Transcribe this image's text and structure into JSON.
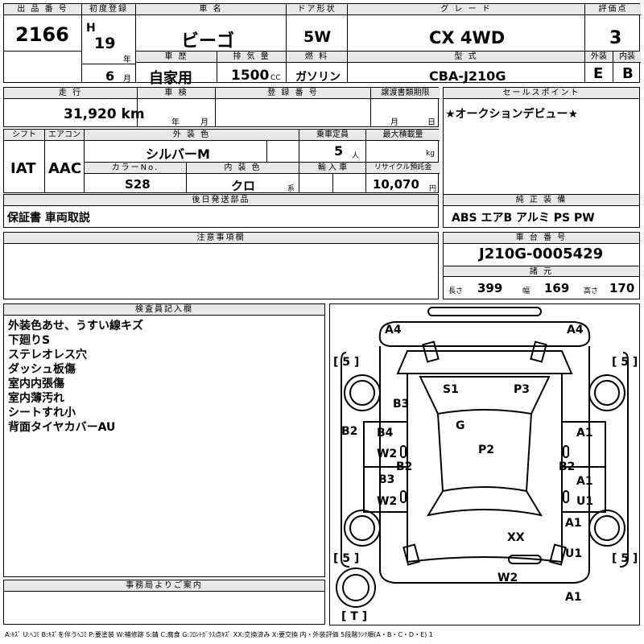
{
  "header_row": {
    "lot_label": "出 品 番 号",
    "lot_number": "2166",
    "reg_label": "初度登録",
    "era": "H",
    "year": "19",
    "year_unit": "年",
    "month": "6",
    "month_unit": "月",
    "name_label": "車 名",
    "car_name": "ビーゴ",
    "doors_label": "ドア形状",
    "doors": "5W",
    "grade_label": "グ レ ー ド",
    "grade": "CX 4WD",
    "score_label": "評価点",
    "score": "3",
    "history_label": "車 歴",
    "history": "自家用",
    "displacement_label": "排 気 量",
    "displacement": "1500",
    "displacement_unit": "CC",
    "fuel_label": "燃 料",
    "fuel": "ガソリン",
    "model_label": "型 式",
    "model": "CBA-J210G",
    "ext_label": "外装",
    "ext": "E",
    "int_label": "内装",
    "int": "B"
  },
  "row2": {
    "mileage_label": "走 行",
    "mileage": "31,920 km",
    "inspection_label": "車 検",
    "inspection_year": "年",
    "inspection_month": "月",
    "regno_label": "登 録 番 号",
    "transfer_label": "譲渡書類期限",
    "transfer_month": "月",
    "transfer_day": "日",
    "selling_label": "セールスポイント",
    "selling_point": "★オークションデビュー★"
  },
  "row3": {
    "shift_label": "シフト",
    "shift": "IAT",
    "ac_label": "エアコン",
    "ac": "AAC",
    "color_label": "外 装 色",
    "color": "シルバーM",
    "seats_label": "乗車定員",
    "seats": "5",
    "seats_unit": "人",
    "load_label": "最大積載量",
    "load_unit": "kg",
    "colorno_label": "カラーNo.",
    "colorno": "S28",
    "interior_label": "内 装 色",
    "interior": "クロ",
    "interior_unit": "系",
    "import_label": "輸 入 車",
    "recycle_label": "リサイクル預託金",
    "recycle": "10,070",
    "recycle_unit": "円"
  },
  "later_items": {
    "label": "後日発送部品",
    "value": "保証書 車両取説"
  },
  "genuine": {
    "label": "純 正 装 備",
    "value": "ABS エアB アルミ PS PW"
  },
  "caution": {
    "label": "注意事項欄"
  },
  "chassis": {
    "label": "車 台 番 号",
    "value": "J210G-0005429",
    "spec_label": "諸 元",
    "length_label": "長さ",
    "length": "399",
    "width_label": "幅",
    "width": "169",
    "height_label": "高さ",
    "height": "170"
  },
  "inspector": {
    "label": "検査員記入欄",
    "lines": [
      "外装色あせ、うすい線キズ",
      "下廻りS",
      "ステレオレス穴",
      "ダッシュ板傷",
      "室内内張傷",
      "室内薄汚れ",
      "シートすれ小",
      "背面タイヤカバーAU"
    ]
  },
  "office": {
    "label": "事務局よりご案内"
  },
  "diagram": {
    "tire_fl": "[ 5 ]",
    "tire_fr": "[ 5 ]",
    "tire_rl": "[ 5 ]",
    "tire_rr": "[ 5 ]",
    "spare": "[ T ]",
    "marks": [
      "A4",
      "A4",
      "B3",
      "S1",
      "P3",
      "B2",
      "B4",
      "G",
      "A1",
      "W2",
      "P2",
      "B2",
      "B2",
      "B3",
      "A1",
      "W2",
      "U1",
      "A1",
      "XX",
      "U1",
      "W2",
      "A1"
    ]
  },
  "legend": "A:ｷｽﾞ U:ﾍｺﾐ B:ｷｽﾞを伴うﾍｺﾐ P:要塗装 W:補修跡 S:錆 C:腐食 G:ﾌﾛﾝﾄｶﾞﾗｽ点ｷｽﾞ XX:交換済み X:要交換 内・外装評価 5段階ﾗﾝｸ順(A・B・C・D・E) 1"
}
